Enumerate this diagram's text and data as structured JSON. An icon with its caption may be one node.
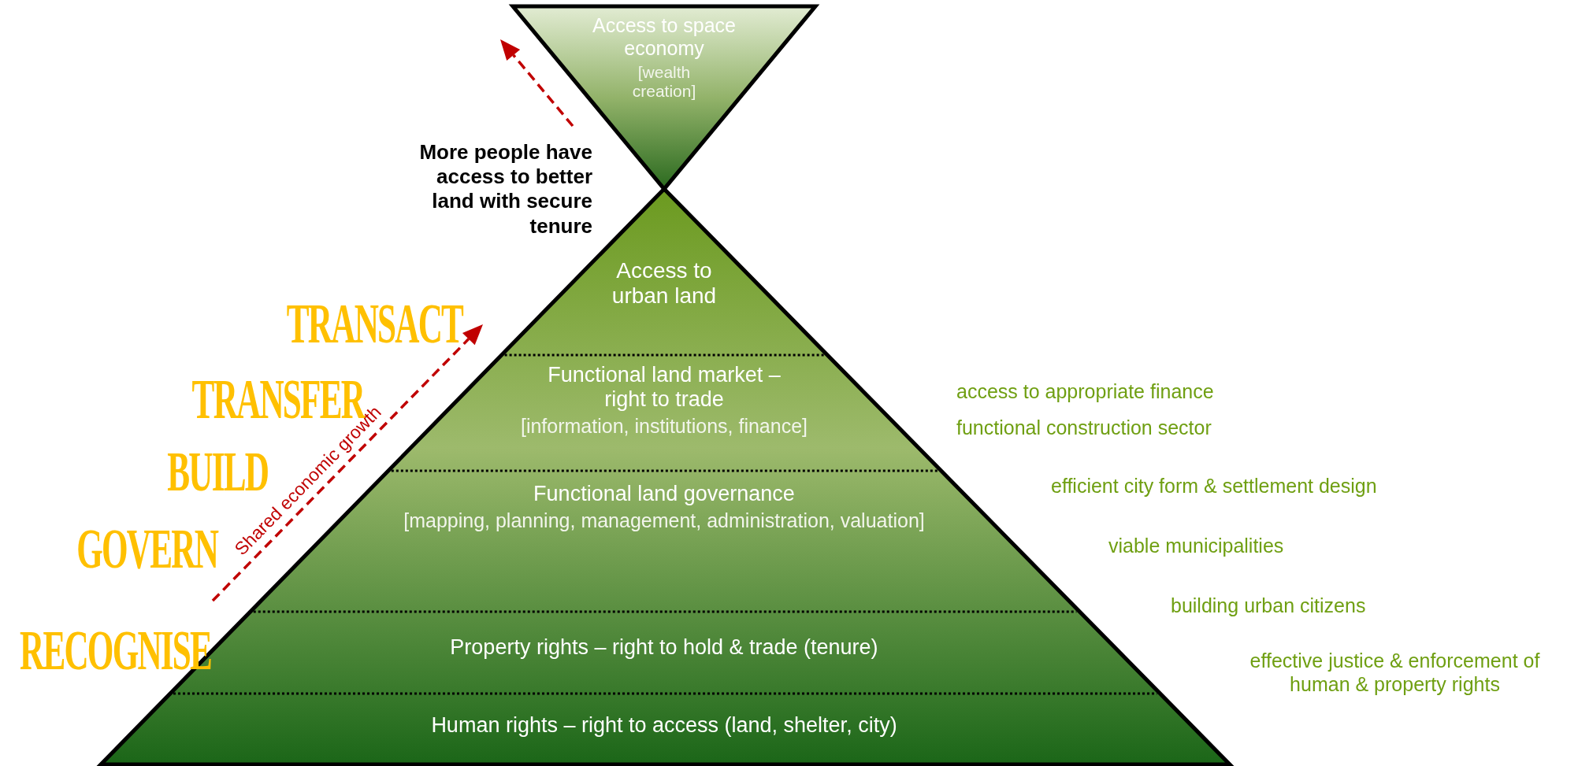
{
  "diagram": {
    "nodes": [
      {
        "text": [
          "Access to space economy",
          "[wealth creation]"
        ]
      },
      {
        "text": [
          "Access to urban land"
        ]
      },
      {
        "text": [
          "Functional land market – right to trade",
          "[information, institutions, finance]"
        ]
      },
      {
        "text": [
          "Functional land governance",
          "[mapping, planning, management, administration, valuation]"
        ]
      },
      {
        "text": [
          "Property rights – right to hold & trade (tenure)"
        ]
      },
      {
        "text": [
          "Human rights – right to access (land, shelter, city)"
        ]
      }
    ],
    "labels": [
      "More people have access to better land with secure tenure",
      "TRANSACT",
      "TRANSFER",
      "Shared economic growth",
      "access to appropriate finance",
      "functional construction sector",
      "BUILD",
      "efficient city form & settlement design",
      "GOVERN",
      "viable municipalities",
      "building urban citizens",
      "RECOGNISE",
      "effective justice & enforcement of human & property rights"
    ]
  }
}
